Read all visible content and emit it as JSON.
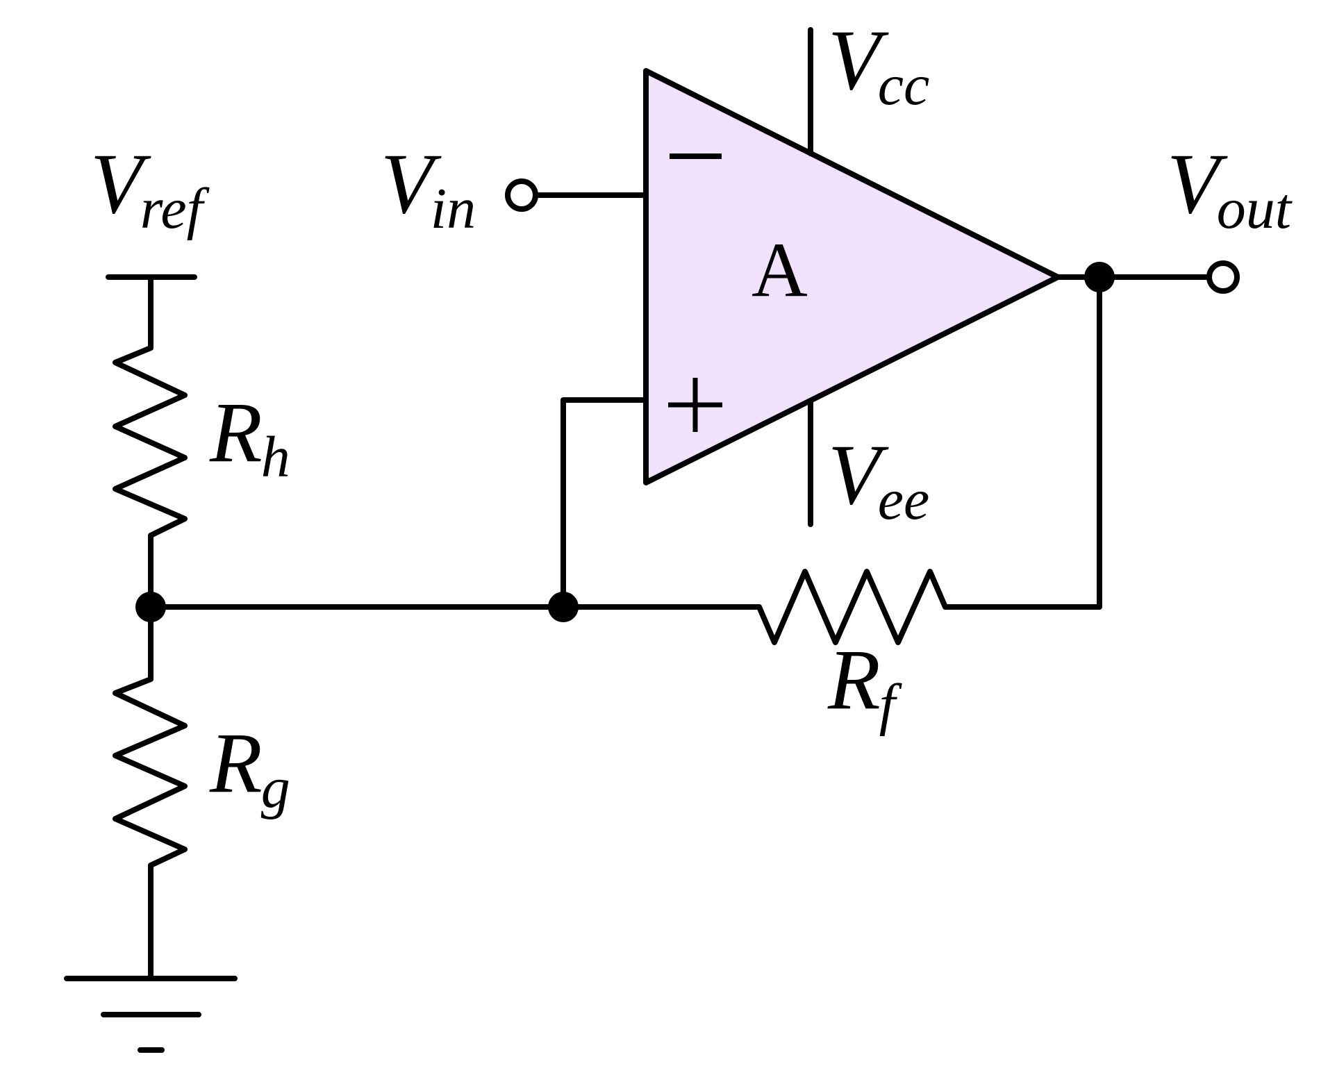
{
  "diagram": {
    "type": "non-inverting op-amp circuit with reference divider",
    "colors": {
      "stroke": "#000000",
      "amplifier_fill": "#F1E2FB",
      "background": "#FFFFFF"
    },
    "amplifier": {
      "label": "A",
      "inverting_sign": "−",
      "noninverting_sign": "+"
    },
    "supply": {
      "positive": {
        "main": "V",
        "sub": "cc"
      },
      "negative": {
        "main": "V",
        "sub": "ee"
      }
    },
    "terminals": {
      "input": {
        "main": "V",
        "sub": "in"
      },
      "output": {
        "main": "V",
        "sub": "out"
      },
      "reference": {
        "main": "V",
        "sub": "ref"
      }
    },
    "resistors": {
      "rh": {
        "main": "R",
        "sub": "h"
      },
      "rg": {
        "main": "R",
        "sub": "g"
      },
      "rf": {
        "main": "R",
        "sub": "f"
      }
    },
    "ground": {
      "symbol": "ground-icon"
    }
  }
}
